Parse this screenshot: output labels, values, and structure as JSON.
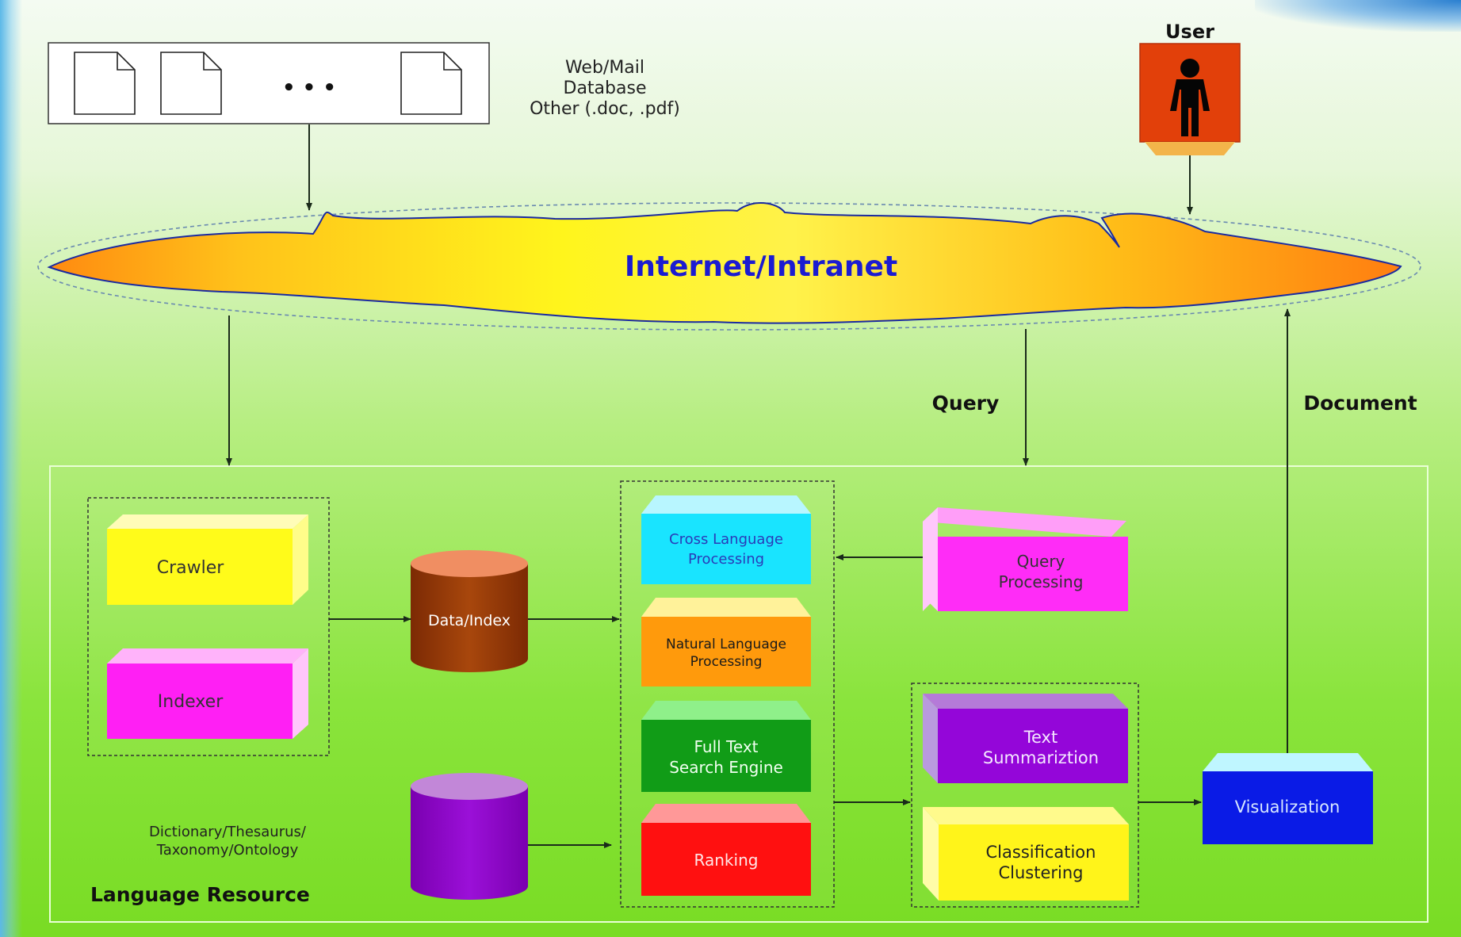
{
  "sources": {
    "ellipsis": "• • •",
    "labels": [
      "Web/Mail",
      "Database",
      "Other (.doc, .pdf)"
    ]
  },
  "user": {
    "label": "User"
  },
  "network": {
    "label": "Internet/Intranet"
  },
  "flows": {
    "query": "Query",
    "document": "Document"
  },
  "language_resource": {
    "title": "Language Resource",
    "resource_db_label_lines": [
      "Dictionary/Thesaurus/",
      "Taxonomy/Ontology"
    ]
  },
  "modules": {
    "crawler": "Crawler",
    "indexer": "Indexer",
    "data_index": "Data/Index",
    "cross_language": [
      "Cross Language",
      "Processing"
    ],
    "natural_language": [
      "Natural Language",
      "Processing"
    ],
    "full_text": [
      "Full Text",
      "Search Engine"
    ],
    "ranking": "Ranking",
    "query_processing": [
      "Query",
      "Processing"
    ],
    "text_summarization": [
      "Text",
      "Summariztion"
    ],
    "classification": [
      "Classification",
      "Clustering"
    ],
    "visualization": "Visualization"
  },
  "colors": {
    "crawler": "#fffb1a",
    "indexer": "#ff1ff4",
    "data_index": "#9e3d08",
    "resource_db": "#9700d3",
    "cross_language": "#19e4ff",
    "natural_language": "#ff9a0c",
    "full_text": "#119c17",
    "ranking": "#ff1010",
    "query_processing": "#ff2cf7",
    "text_summarization": "#9406d9",
    "classification": "#fff41a",
    "visualization": "#0a1be6",
    "user_box": "#e2400a",
    "network_title": "#1b1bd1"
  }
}
